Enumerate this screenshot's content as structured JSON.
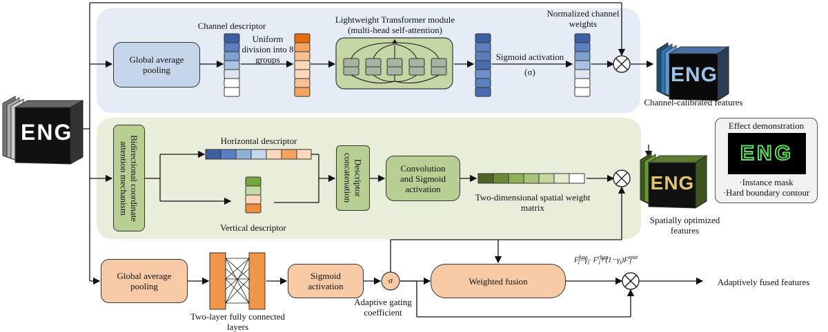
{
  "channel_branch": {
    "gap_label": "Global average\npooling",
    "channel_descriptor": "Channel descriptor",
    "uniform_division": "Uniform\ndivision into 8\ngroups",
    "transformer_title": "Lightweight Transformer module\n(multi-head self-attention)",
    "sigmoid_activation": "Sigmoid activation",
    "sigma": "(σ)",
    "normalized_weights": "Normalized channel\nweights",
    "output_label": "Channel-calibrated features"
  },
  "spatial_branch": {
    "bidirectional": "Bidirectional coordinate\nattention mechanism",
    "horizontal_descriptor": "Horizontal descriptor",
    "vertical_descriptor": "Vertical descriptor",
    "descriptor_concat": "Descriptor\nconcatenation",
    "conv_sigmoid": "Convolution\nand Sigmoid\nactivation",
    "spatial_matrix": "Two-dimensional spatial weight\nmatrix",
    "output_label": "Spatially optimized\nfeatures"
  },
  "fusion_branch": {
    "gap_label": "Global average\npooling",
    "fc_layers": "Two-layer fully connected\nlayers",
    "sigmoid_activation": "Sigmoid\nactivation",
    "sigma": "σ",
    "gating": "Adaptive gating\ncoefficient",
    "weighted_fusion": "Weighted fusion",
    "output_label": "Adaptively fused features"
  },
  "formula": {
    "f": "F",
    "fuse_sup": "fuse",
    "sub_l": "l",
    "eq": "=γ",
    "dot": "·",
    "chan_sup": "chan",
    "plus": "+(1−γ",
    "close": ")",
    "spat_sup": "spat"
  },
  "effect": {
    "title": "Effect demonstration",
    "line1": "·Instance mask",
    "line2": "·Hard boundary contour"
  },
  "feature_map_text": "ENG",
  "colors": {
    "top_panel": "#e6ecf6",
    "middle_panel": "#e9eedb",
    "orange_box": "#f8cba6",
    "orange_fc": "#f0964a",
    "blue_box": "#c5d6ea",
    "green_box": "#b8cf94",
    "green_inner": "#c5d6a4"
  }
}
